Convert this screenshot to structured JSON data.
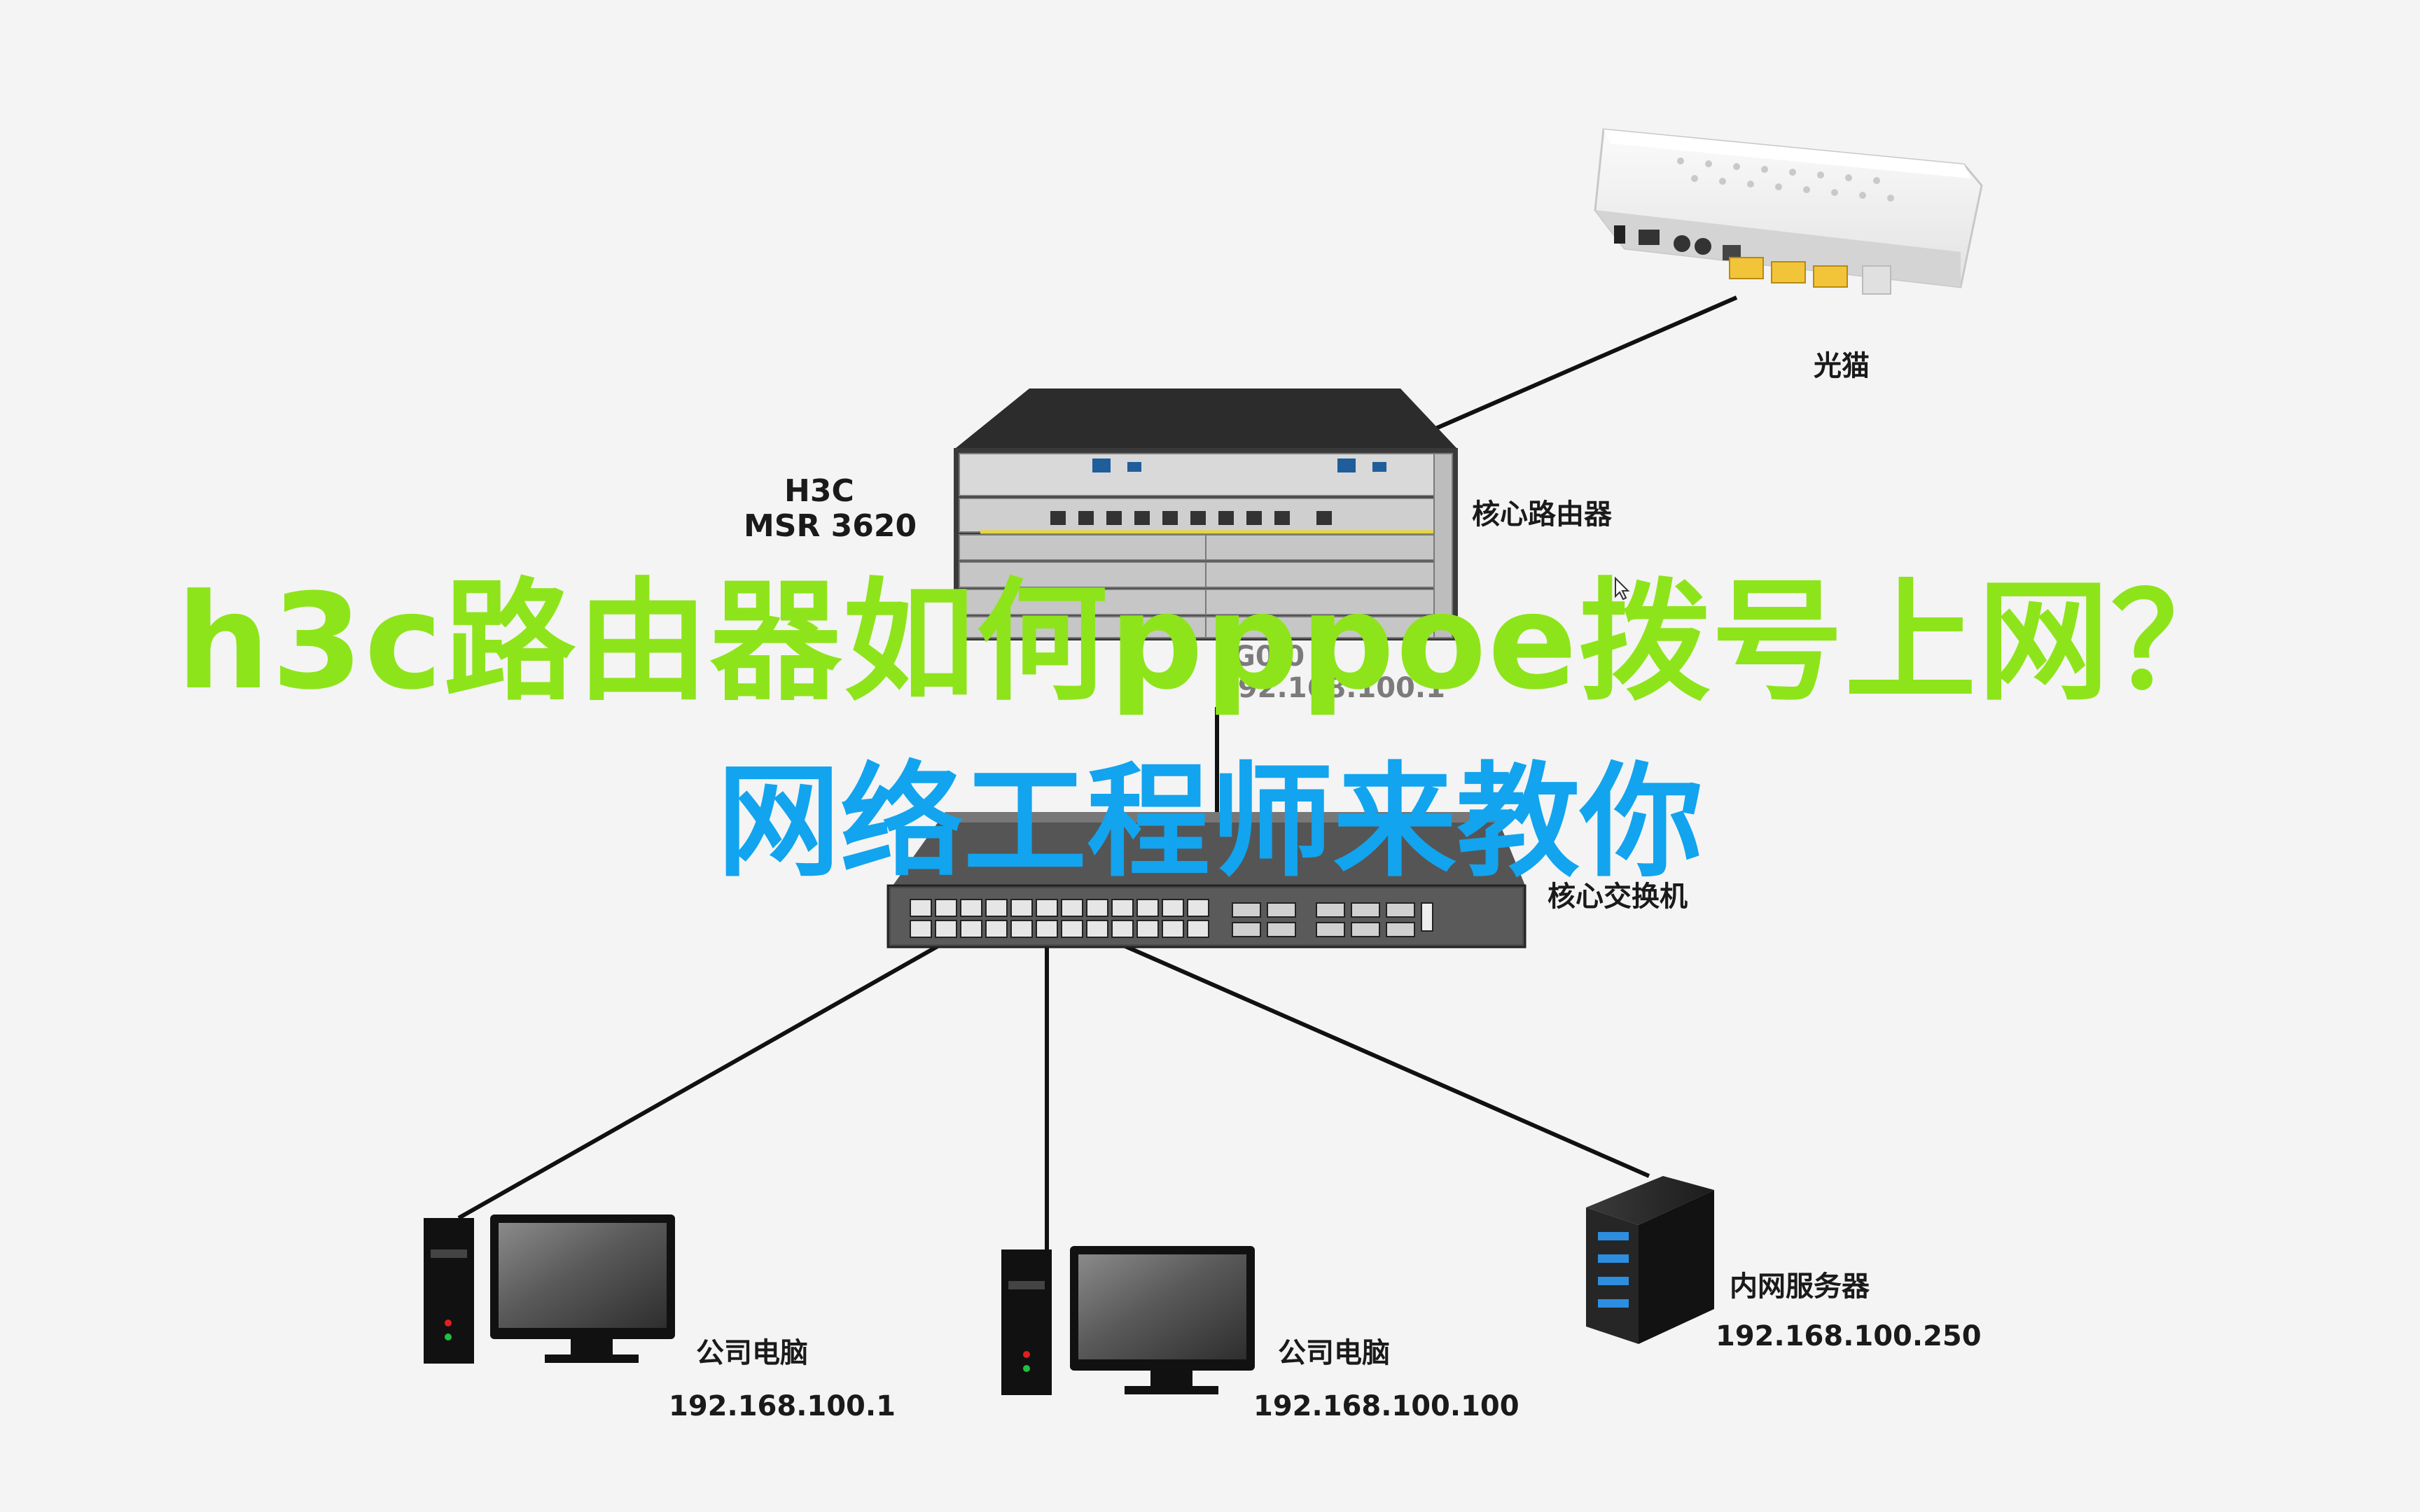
{
  "devices": {
    "modem": {
      "label": "光猫"
    },
    "router": {
      "vendor": "H3C",
      "model": "MSR 3620",
      "role": "核心路由器",
      "port_partial": "G0/0",
      "ip_partial": "192.168.100.1"
    },
    "switch": {
      "role": "核心交换机"
    },
    "pc1": {
      "label": "公司电脑",
      "ip": "192.168.100.1"
    },
    "pc2": {
      "label": "公司电脑",
      "ip": "192.168.100.100"
    },
    "server": {
      "label": "内网服务器",
      "ip": "192.168.100.250"
    }
  },
  "overlay": {
    "title_line1": "h3c路由器如何pppoe拨号上网？",
    "title_line2": "网络工程师来教你",
    "title_line1_color": "#8ee41a",
    "title_line2_color": "#12a4ee"
  },
  "colors": {
    "background": "#f4f4f4",
    "link": "#111111"
  }
}
